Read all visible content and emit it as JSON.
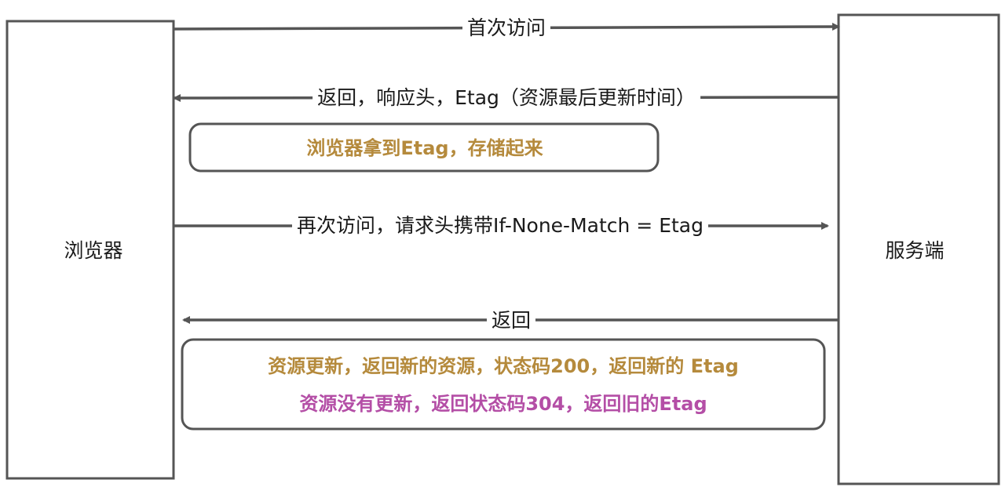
{
  "participants": {
    "browser": "浏览器",
    "server": "服务端"
  },
  "messages": {
    "first_visit": "首次访问",
    "response_etag": "返回，响应头，Etag（资源最后更新时间）",
    "revisit": "再次访问，请求头携带If-None-Match = Etag",
    "return": "返回"
  },
  "notes": {
    "store_etag": "浏览器拿到Etag，存储起来",
    "updated": "资源更新，返回新的资源，状态码200，返回新的 Etag",
    "not_updated": "资源没有更新，返回状态码304，返回旧的Etag"
  },
  "colors": {
    "line": "#555555",
    "note_gold": "#b58a3c",
    "note_purple": "#b44ea6"
  }
}
